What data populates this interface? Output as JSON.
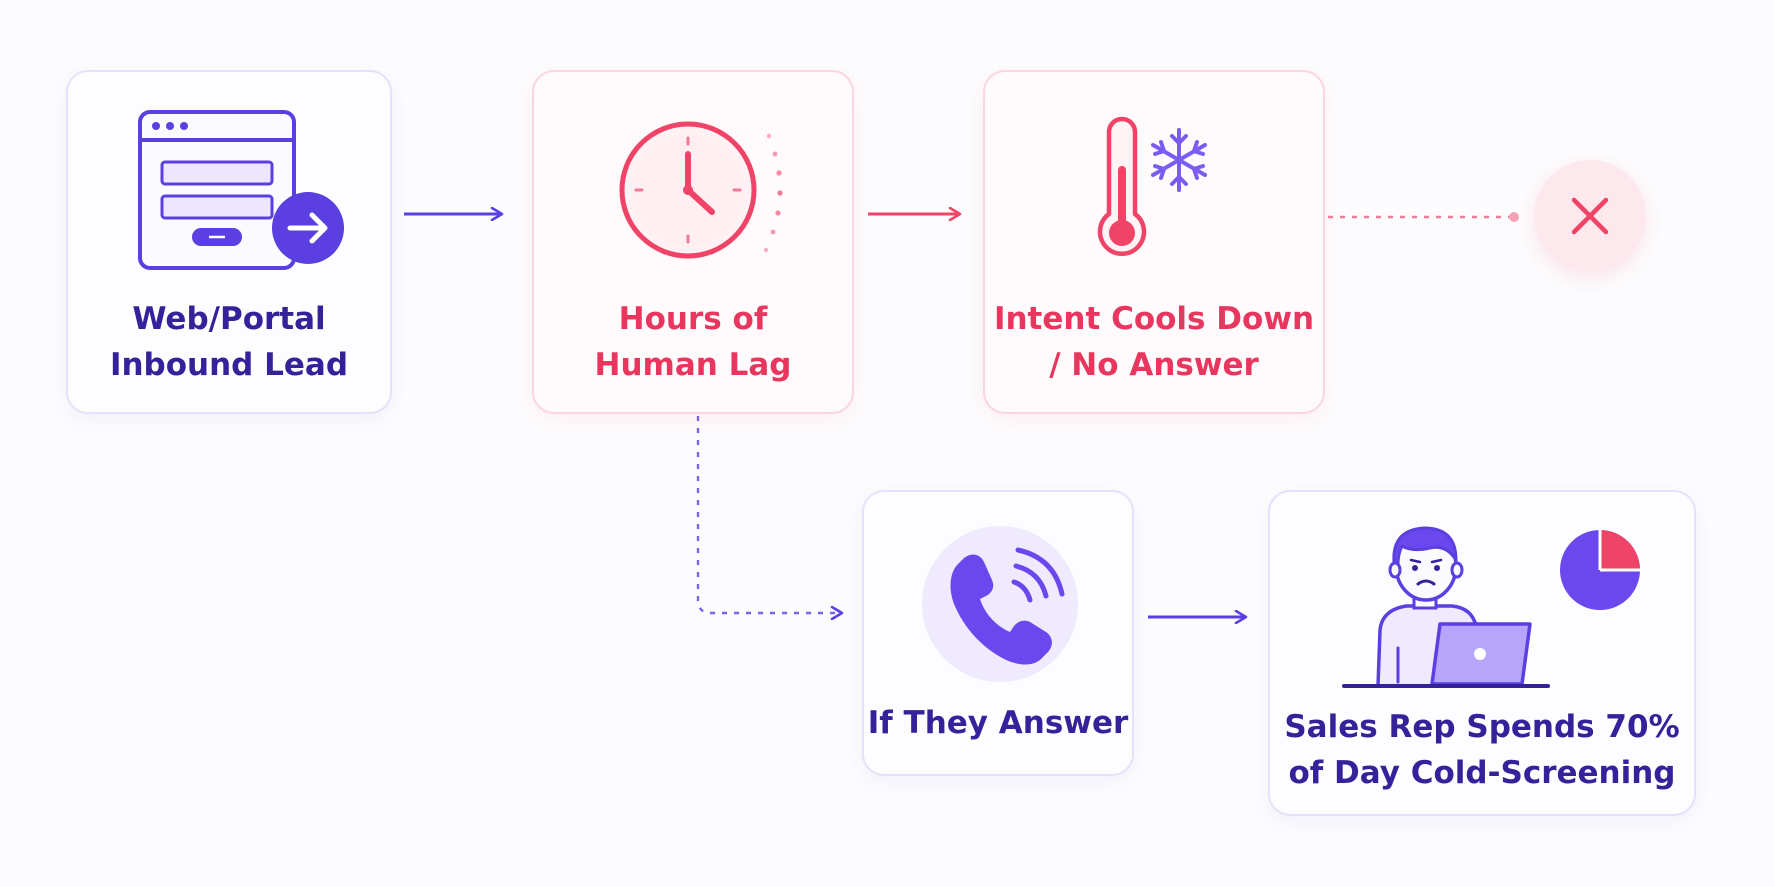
{
  "nodes": {
    "inbound": {
      "label": "Web/Portal\nInbound Lead"
    },
    "lag": {
      "label": "Hours of\nHuman Lag"
    },
    "cools": {
      "label": "Intent Cools Down\n/ No Answer"
    },
    "answer": {
      "label": "If They Answer"
    },
    "rep": {
      "label": "Sales Rep Spends 70%\nof Day Cold-Screening"
    }
  },
  "icons": {
    "inbound": "web-form-icon",
    "lag": "clock-icon",
    "cools": "thermometer-snowflake-icon",
    "answer": "phone-icon",
    "rep": "frustrated-rep-laptop-icon",
    "end": "close-x-icon"
  },
  "colors": {
    "purple": "#5b3fe0",
    "pink": "#ef4467",
    "dark_text": "#35229a"
  }
}
